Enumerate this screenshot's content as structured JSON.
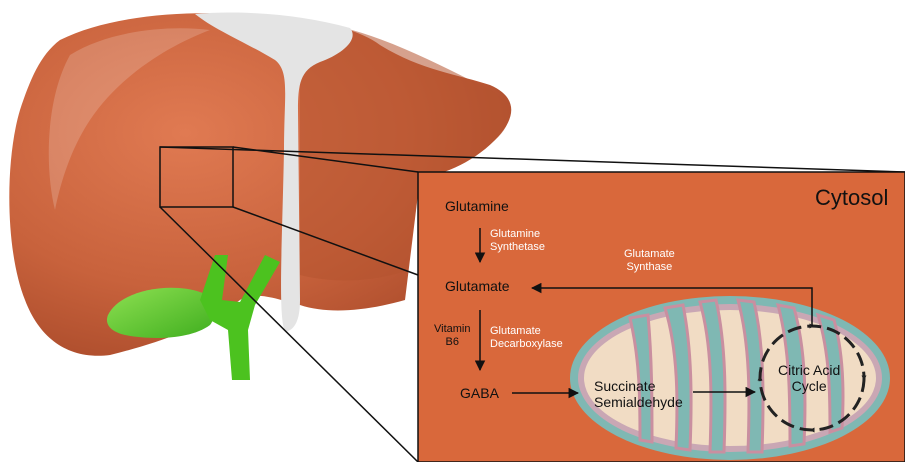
{
  "labels": {
    "cytosol": "Cytosol",
    "glutamine": "Glutamine",
    "glutamine_synthetase_line1": "Glutamine",
    "glutamine_synthetase_line2": "Synthetase",
    "glutamate_synthase_line1": "Glutamate",
    "glutamate_synthase_line2": "Synthase",
    "glutamate": "Glutamate",
    "vitamin_line1": "Vitamin",
    "vitamin_line2": "B6",
    "glutamate_decarboxylase_line1": "Glutamate",
    "glutamate_decarboxylase_line2": "Decarboxylase",
    "gaba": "GABA",
    "succinate_line1": "Succinate",
    "succinate_line2": "Semialdehyde",
    "citric_line1": "Citric Acid",
    "citric_line2": "Cycle"
  },
  "colors": {
    "liver": "#c8623c",
    "liver_dark": "#a94a2a",
    "liver_highlight": "#e08a66",
    "cytosol_bg": "#d9683b",
    "gallbladder": "#5cc82e",
    "ligament": "#e4e4e4",
    "mito_outer": "#7fb8b3",
    "mito_inner_fill": "#f1dcc4",
    "mito_crista": "#c98fa0"
  }
}
